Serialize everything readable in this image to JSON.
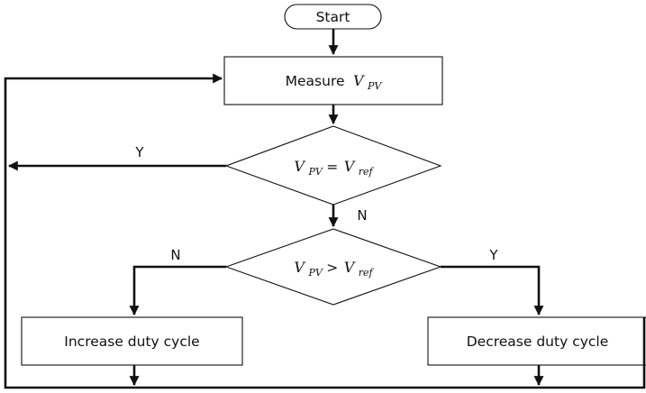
{
  "nodes": {
    "start": {
      "label": "Start"
    },
    "measure": {
      "label": "Measure",
      "var": "V",
      "sub": "PV"
    },
    "decision_equal": {
      "left_var": "V",
      "left_sub": "PV",
      "operator": "=",
      "right_var": "V",
      "right_sub": "ref"
    },
    "decision_greater": {
      "left_var": "V",
      "left_sub": "PV",
      "operator": ">",
      "right_var": "V",
      "right_sub": "ref"
    },
    "increase": {
      "label": "Increase duty cycle"
    },
    "decrease": {
      "label": "Decrease duty cycle"
    }
  },
  "edge_labels": {
    "equal_yes": "Y",
    "equal_no": "N",
    "greater_no": "N",
    "greater_yes": "Y"
  }
}
